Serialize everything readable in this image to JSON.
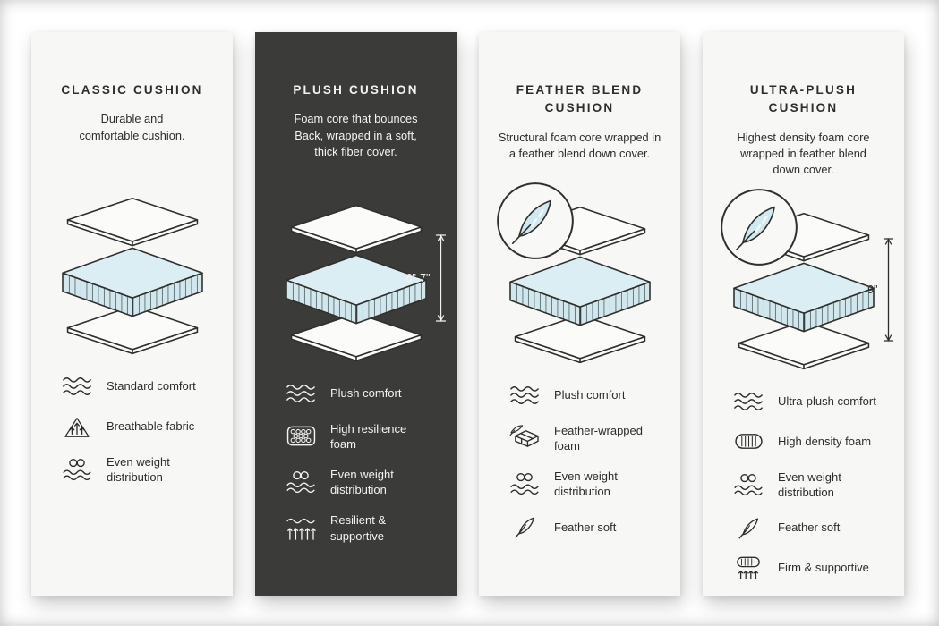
{
  "colors": {
    "card_light_bg": "#f7f7f5",
    "card_dark_bg": "#3b3b39",
    "ink": "#2d2d2b",
    "ink_on_dark": "#f3f3f0",
    "foam_top": "#daeef3",
    "foam_side": "#cfe7ed"
  },
  "cards": [
    {
      "id": "classic",
      "title": "CLASSIC CUSHION",
      "description": "Durable and\ncomfortable cushion.",
      "features": [
        {
          "icon": "waves-icon",
          "label": "Standard comfort"
        },
        {
          "icon": "breathable-icon",
          "label": "Breathable fabric"
        },
        {
          "icon": "even-weight-icon",
          "label": "Even weight\ndistribution"
        }
      ]
    },
    {
      "id": "plush",
      "title": "PLUSH CUSHION",
      "description": "Foam core that bounces\nBack, wrapped in a soft,\nthick fiber cover.",
      "measurement": "6\"-7\"",
      "features": [
        {
          "icon": "waves-icon",
          "label": "Plush comfort"
        },
        {
          "icon": "honeycomb-icon",
          "label": "High resilience\nfoam"
        },
        {
          "icon": "even-weight-icon",
          "label": "Even weight\ndistribution"
        },
        {
          "icon": "springs-icon",
          "label": "Resilient &\nsupportive"
        }
      ]
    },
    {
      "id": "feather-blend",
      "title": "FEATHER BLEND\nCUSHION",
      "description": "Structural foam core wrapped in\na feather blend down cover.",
      "badge": "feather",
      "features": [
        {
          "icon": "waves-icon",
          "label": "Plush comfort"
        },
        {
          "icon": "feather-foam-icon",
          "label": "Feather-wrapped\nfoam"
        },
        {
          "icon": "even-weight-icon",
          "label": "Even weight\ndistribution"
        },
        {
          "icon": "feather-icon",
          "label": "Feather soft"
        }
      ]
    },
    {
      "id": "ultra-plush",
      "title": "ULTRA-PLUSH\nCUSHION",
      "description": "Highest density foam core\nwrapped in feather blend\ndown cover.",
      "badge": "feather",
      "measurement": "9\"",
      "features": [
        {
          "icon": "waves-icon",
          "label": "Ultra-plush comfort"
        },
        {
          "icon": "density-foam-icon",
          "label": "High density foam"
        },
        {
          "icon": "even-weight-icon",
          "label": "Even weight\ndistribution"
        },
        {
          "icon": "feather-icon",
          "label": "Feather soft"
        },
        {
          "icon": "firm-icon",
          "label": "Firm & supportive"
        }
      ]
    }
  ]
}
